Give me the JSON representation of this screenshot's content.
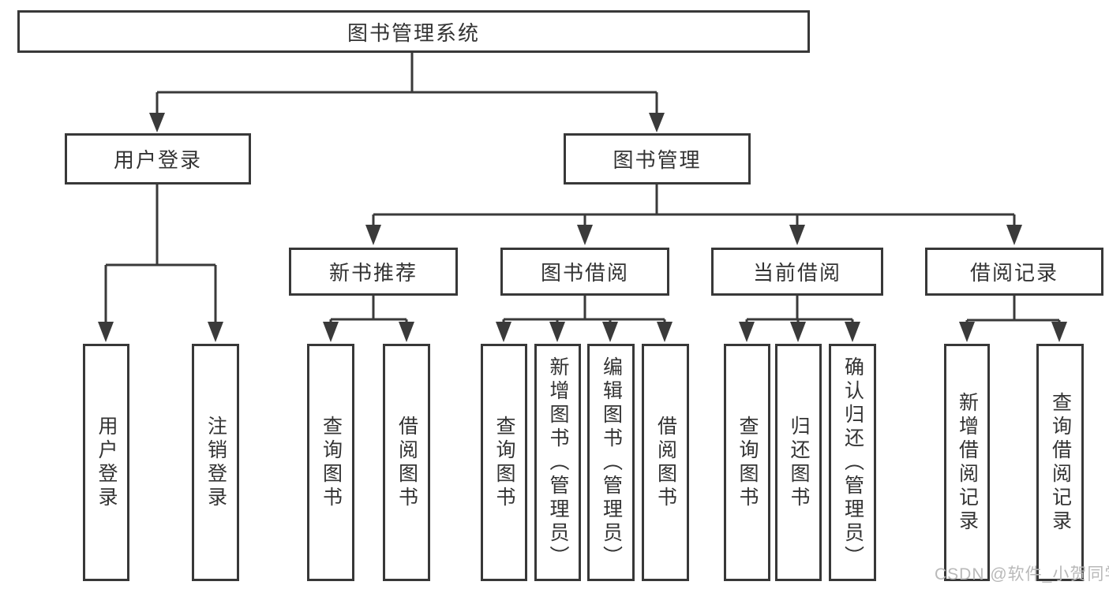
{
  "diagram": {
    "root": "图书管理系统",
    "branches": [
      {
        "label": "用户登录",
        "children": [
          "用户登录",
          "注销登录"
        ]
      },
      {
        "label": "图书管理",
        "groups": [
          {
            "label": "新书推荐",
            "children": [
              "查询图书",
              "借阅图书"
            ]
          },
          {
            "label": "图书借阅",
            "children": [
              "查询图书",
              "新增图书（管理员）",
              "编辑图书（管理员）",
              "借阅图书"
            ]
          },
          {
            "label": "当前借阅",
            "children": [
              "查询图书",
              "归还图书",
              "确认归还（管理员）"
            ]
          },
          {
            "label": "借阅记录",
            "children": [
              "新增借阅记录",
              "查询借阅记录"
            ]
          }
        ]
      }
    ]
  },
  "watermark": "CSDN @软件_小贺同学",
  "colors": {
    "line": "#3a3a3a",
    "box_border": "#383838",
    "text": "#333333",
    "watermark": "#b9b9b9",
    "background": "#ffffff"
  }
}
